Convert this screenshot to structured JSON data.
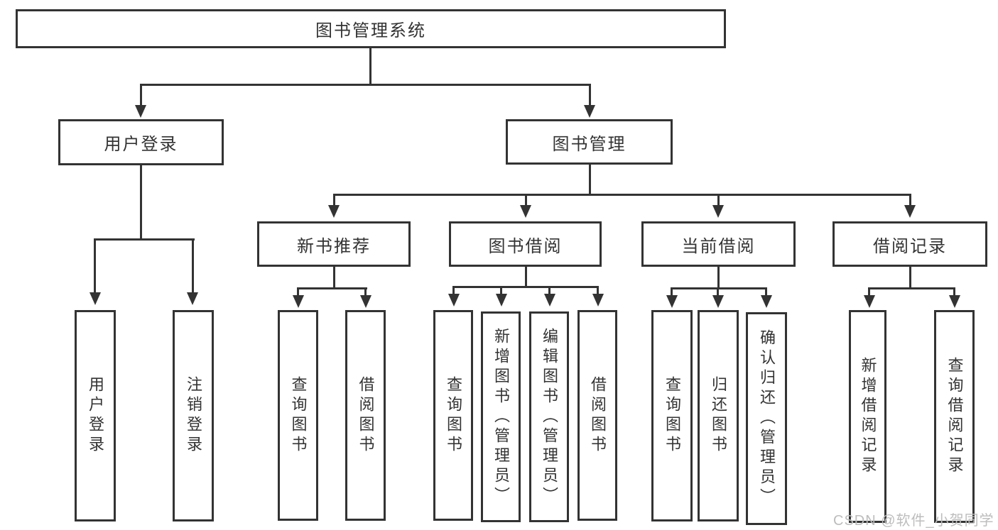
{
  "colors": {
    "line": "#333333",
    "text": "#333333",
    "background": "#ffffff",
    "watermark_color": "#bdbdbd"
  },
  "diagram": {
    "root": {
      "label": "图书管理系统"
    },
    "level2": [
      {
        "label": "用户登录"
      },
      {
        "label": "图书管理"
      }
    ],
    "level3": [
      {
        "label": "新书推荐"
      },
      {
        "label": "图书借阅"
      },
      {
        "label": "当前借阅"
      },
      {
        "label": "借阅记录"
      }
    ],
    "leaves": {
      "user_login": [
        {
          "label": "用户登录"
        },
        {
          "label": "注销登录"
        }
      ],
      "new_book_recommend": [
        {
          "label": "查询图书"
        },
        {
          "label": "借阅图书"
        }
      ],
      "book_borrowing": [
        {
          "label": "查询图书"
        },
        {
          "label": "新增图书（管理员）"
        },
        {
          "label": "编辑图书（管理员）"
        },
        {
          "label": "借阅图书"
        }
      ],
      "current_borrowing": [
        {
          "label": "查询图书"
        },
        {
          "label": "归还图书"
        },
        {
          "label": "确认归还（管理员）"
        }
      ],
      "borrowing_records": [
        {
          "label": "新增借阅记录"
        },
        {
          "label": "查询借阅记录"
        }
      ]
    }
  },
  "watermark": {
    "text": "CSDN @软件_小贺同学"
  }
}
